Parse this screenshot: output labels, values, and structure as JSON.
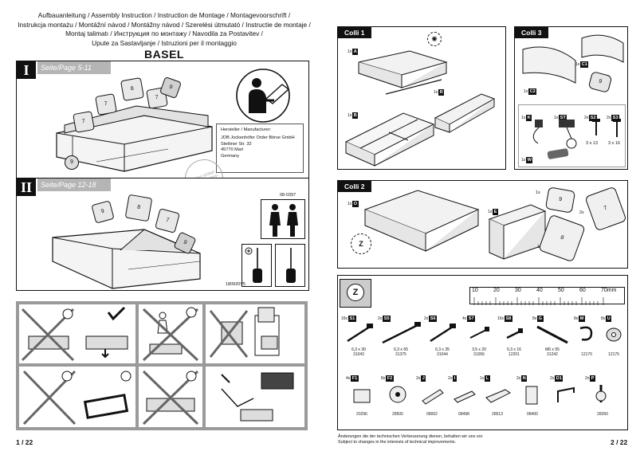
{
  "header": {
    "languages": [
      "Aufbauanleitung / Assembly Instruction / Instruction de Montage / Montagevoorschrift /",
      "Instrukcja montażu / Montážní návod / Montážny návod / Szerelési útmutató / Instructie de montaje /",
      "Montaj talimatı / Инструкция по монтажу / Navodila za Postavitev /",
      "Upute za Sastavljanje / Istruzioni per il montaggio"
    ],
    "product": "BASEL"
  },
  "sections": {
    "one": {
      "numeral": "I",
      "pages": "Seite/Page 5-11",
      "cushions": [
        "7",
        "7",
        "8",
        "7",
        "9",
        "9"
      ]
    },
    "two": {
      "numeral": "II",
      "pages": "Seite/Page 12-18",
      "cushions": [
        "9",
        "8",
        "7",
        "9"
      ]
    }
  },
  "manufacturer": {
    "heading": "Hersteller / Manufacturer:",
    "lines": [
      "JOB Jockenhöfer Order Börse GmbH",
      "Stettiner Str. 32",
      "45770 Marl",
      "Germany"
    ]
  },
  "stamp": "EASY GOING STEP BY STEP",
  "codes": {
    "people": "08-0397",
    "tools": "180920V5"
  },
  "colli1": {
    "title": "Colli 1",
    "items": [
      {
        "qty": "1x",
        "label": "A"
      },
      {
        "qty": "1x",
        "label": "R"
      },
      {
        "qty": "1x",
        "label": "B"
      }
    ]
  },
  "colli3": {
    "title": "Colli 3",
    "items": [
      {
        "qty": "1x",
        "label": "C1"
      },
      {
        "qty": "1x",
        "label": "C2"
      },
      {
        "qty": "1x",
        "label": "K"
      },
      {
        "qty": "1x",
        "label": "ST"
      },
      {
        "qty": "2x",
        "label": "S2"
      },
      {
        "qty": "2x",
        "label": "S3"
      },
      {
        "qty": "1x",
        "label": "W"
      }
    ],
    "screws": [
      "3 x 13",
      "3 x 16"
    ],
    "cushion": "9"
  },
  "colli2": {
    "title": "Colli 2",
    "items": [
      {
        "qty": "1x",
        "label": "O"
      },
      {
        "qty": "1x",
        "label": "E"
      }
    ],
    "cushions": [
      {
        "qty": "1x",
        "num": "9"
      },
      {
        "qty": "2x",
        "num": "7"
      },
      {
        "qty": "1x",
        "num": "8"
      }
    ]
  },
  "hardware": {
    "bag_label": "Z",
    "ruler": {
      "ticks": [
        "10",
        "20",
        "30",
        "40",
        "50",
        "60",
        "70mm"
      ]
    },
    "row1": [
      {
        "qty": "16x",
        "label": "S1",
        "size": "6,3 x 30",
        "code": "31043"
      },
      {
        "qty": "2x",
        "label": "S5",
        "size": "6,3 x 65",
        "code": "31375"
      },
      {
        "qty": "2x",
        "label": "S6",
        "size": "6,3 x 35",
        "code": "31044"
      },
      {
        "qty": "4x",
        "label": "S7",
        "size": "3,5 x 20",
        "code": "31056"
      },
      {
        "qty": "16x",
        "label": "S8",
        "size": "6,3 x 16",
        "code": "12201"
      },
      {
        "qty": "8x",
        "label": "G",
        "size": "M6 x 55",
        "code": "31242"
      },
      {
        "qty": "8x",
        "label": "M",
        "size": "",
        "code": "12170"
      },
      {
        "qty": "8x",
        "label": "U",
        "size": "",
        "code": "12175"
      }
    ],
    "row2": [
      {
        "qty": "4x",
        "label": "F1",
        "code": "20296"
      },
      {
        "qty": "8x",
        "label": "F2",
        "code": "28505"
      },
      {
        "qty": "2x",
        "label": "J",
        "code": "08002"
      },
      {
        "qty": "2x",
        "label": "I",
        "code": "08498"
      },
      {
        "qty": "1x",
        "label": "L",
        "code": "28513"
      },
      {
        "qty": "2x",
        "label": "N",
        "code": "08400"
      },
      {
        "qty": "2x",
        "label": "D1",
        "code": ""
      },
      {
        "qty": "2x",
        "label": "P",
        "code": "28260"
      }
    ]
  },
  "footer": {
    "left_page": "1 / 22",
    "right_page": "2 / 22",
    "note_de": "Änderungen die der technischen Verbesserung dienen, behalten wir uns vor.",
    "note_en": "Subject to changes in the interests of technical improvements."
  }
}
